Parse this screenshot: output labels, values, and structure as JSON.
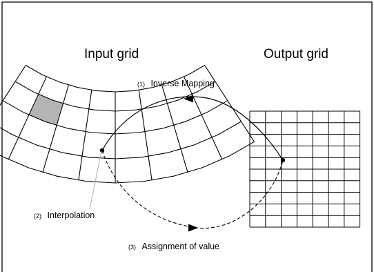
{
  "titles": {
    "input_grid": "Input grid",
    "output_grid": "Output grid"
  },
  "steps": [
    {
      "number": "(1)",
      "label": "Inverse Mapping"
    },
    {
      "number": "(2)",
      "label": "Interpolation"
    },
    {
      "number": "(3)",
      "label": "Assignment of value"
    }
  ],
  "input_grid": {
    "shape": "annular sector",
    "radial_divisions": 8,
    "arc_divisions": 4,
    "highlighted_cell": {
      "radial_index": 1,
      "arc_index": 1,
      "fill": "#b4b4b4"
    }
  },
  "output_grid": {
    "columns": 7,
    "rows": 10
  },
  "colors": {
    "line": "#000000",
    "highlight": "#b4b4b4",
    "guide_line": "#b0b0b0",
    "background": "#ffffff"
  }
}
